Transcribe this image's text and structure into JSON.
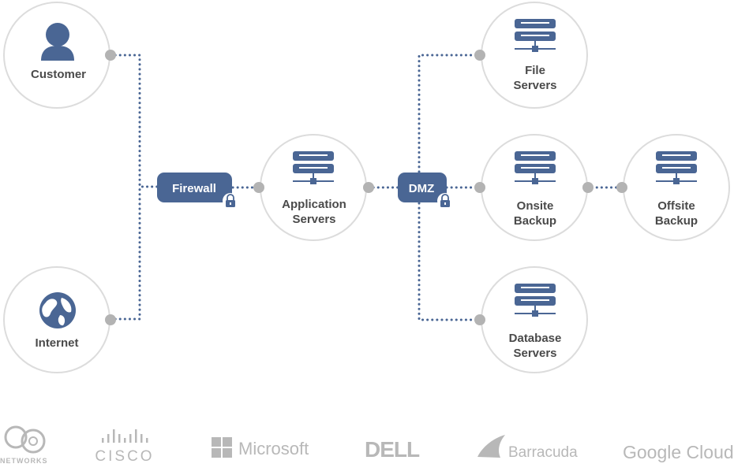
{
  "diagram": {
    "nodes": {
      "customer": "Customer",
      "internet": "Internet",
      "app_servers_line1": "Application",
      "app_servers_line2": "Servers",
      "file_servers_line1": "File",
      "file_servers_line2": "Servers",
      "onsite_line1": "Onsite",
      "onsite_line2": "Backup",
      "offsite_line1": "Offsite",
      "offsite_line2": "Backup",
      "database_line1": "Database",
      "database_line2": "Servers"
    },
    "gateways": {
      "firewall": "Firewall",
      "dmz": "DMZ"
    },
    "icons": {
      "customer": "user-icon",
      "internet": "globe-icon",
      "servers": "server-icon",
      "gateway_lock": "lock-icon"
    },
    "colors": {
      "accent": "#4a6694",
      "node_border": "#dcdcdc",
      "connector_dot": "#b3b3b3",
      "label_text": "#4a4a4a",
      "logo_gray": "#b8b8b8"
    }
  },
  "partners": {
    "q9_sub": "NETWORKS",
    "cisco": "CISCO",
    "microsoft": "Microsoft",
    "dell": "DELL",
    "barracuda": "Barracuda",
    "google_cloud": "Google Cloud"
  }
}
